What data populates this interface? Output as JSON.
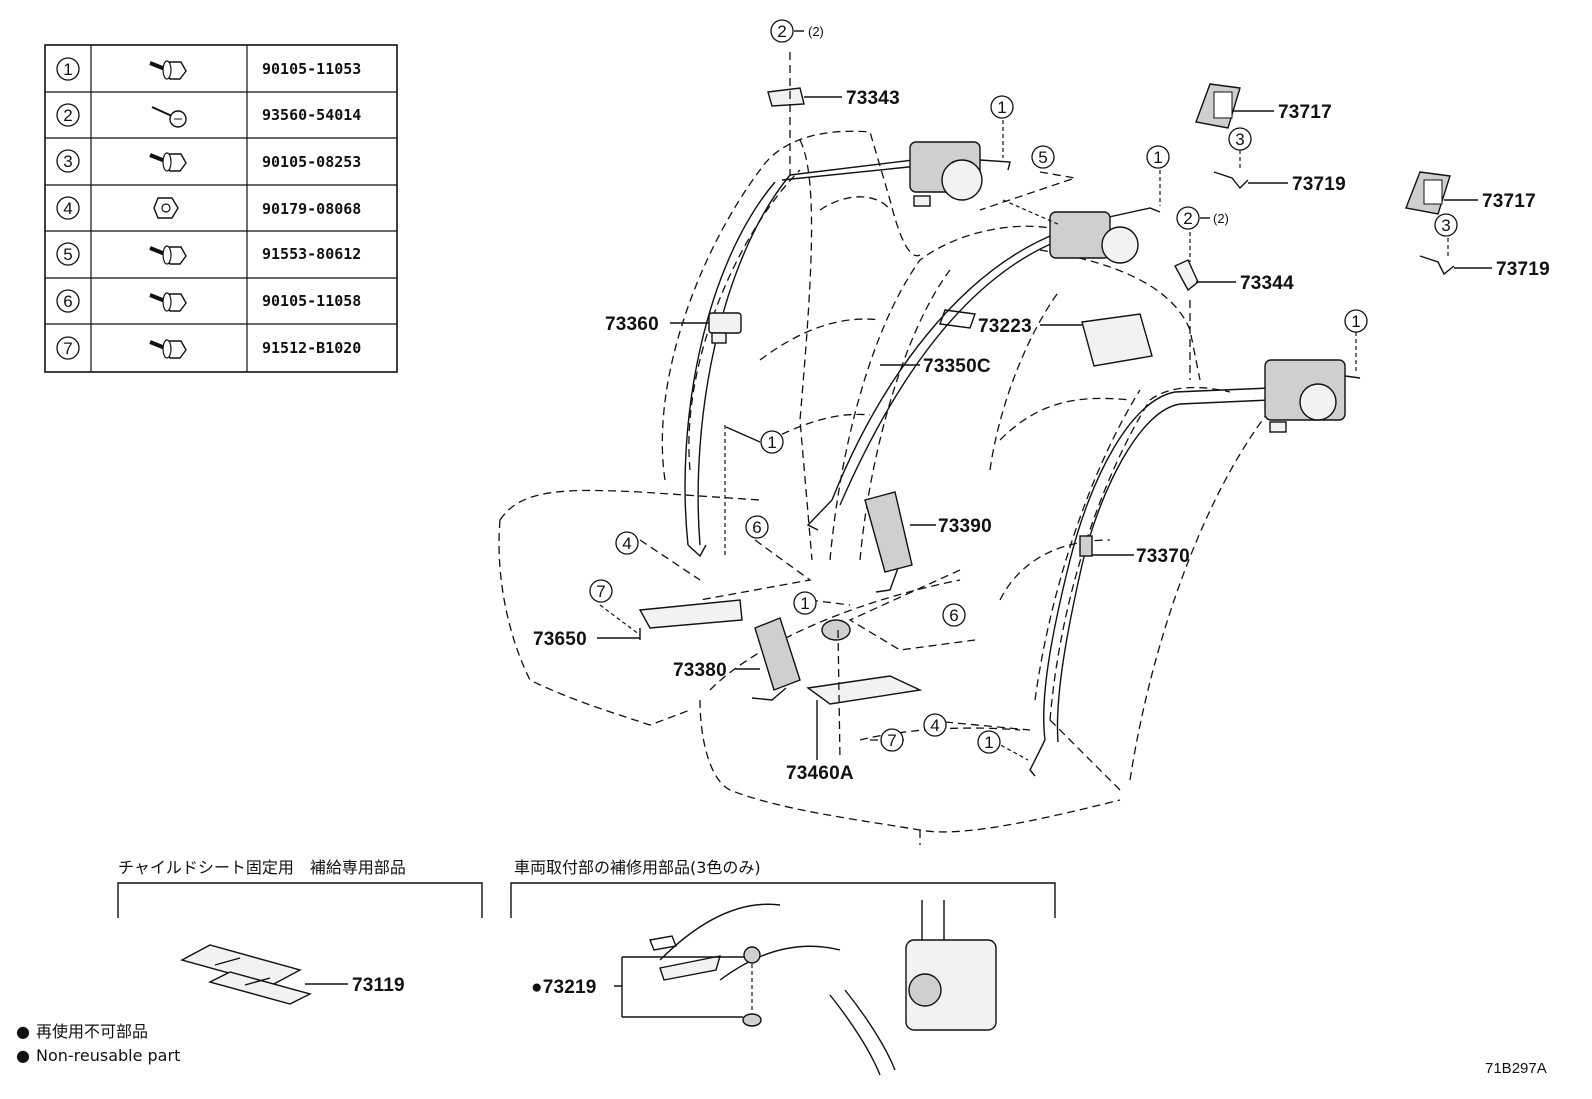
{
  "fastener_table": [
    {
      "ref": "1",
      "icon": "bolt-icon",
      "part_number": "90105-11053"
    },
    {
      "ref": "2",
      "icon": "screw-icon",
      "part_number": "93560-54014"
    },
    {
      "ref": "3",
      "icon": "bolt-icon",
      "part_number": "90105-08253"
    },
    {
      "ref": "4",
      "icon": "nut-icon",
      "part_number": "90179-08068"
    },
    {
      "ref": "5",
      "icon": "bolt-icon",
      "part_number": "91553-80612"
    },
    {
      "ref": "6",
      "icon": "bolt-icon",
      "part_number": "90105-11058"
    },
    {
      "ref": "7",
      "icon": "bolt-icon",
      "part_number": "91512-B1020"
    }
  ],
  "part_labels": {
    "p73343": "73343",
    "p73717_a": "73717",
    "p73719_a": "73719",
    "p73717_b": "73717",
    "p73719_b": "73719",
    "p73344": "73344",
    "p73360": "73360",
    "p73223": "73223",
    "p73350c": "73350C",
    "p73390": "73390",
    "p73370": "73370",
    "p73650": "73650",
    "p73380": "73380",
    "p73460a": "73460A",
    "p73119": "73119",
    "p73219": "73219"
  },
  "callouts": {
    "c2_top": "2",
    "c2_top_qty": "(2)",
    "c1_a": "1",
    "c5": "5",
    "c1_b": "1",
    "c3_a": "3",
    "c2_b": "2",
    "c2_b_qty": "(2)",
    "c3_b": "3",
    "c1_c": "1",
    "c1_d": "1",
    "c6_a": "6",
    "c4_a": "4",
    "c7_a": "7",
    "c1_e": "1",
    "c6_b": "6",
    "c7_b": "7",
    "c4_b": "4",
    "c1_f": "1"
  },
  "sections": {
    "child_seat_title": "チャイルドシート固定用　補給専用部品",
    "repair_title": "車両取付部の補修用部品(3色のみ)"
  },
  "legend": {
    "marker": "●",
    "line1": "再使用不可部品",
    "line2": "Non-reusable part"
  },
  "diagram_code": "71B297A"
}
